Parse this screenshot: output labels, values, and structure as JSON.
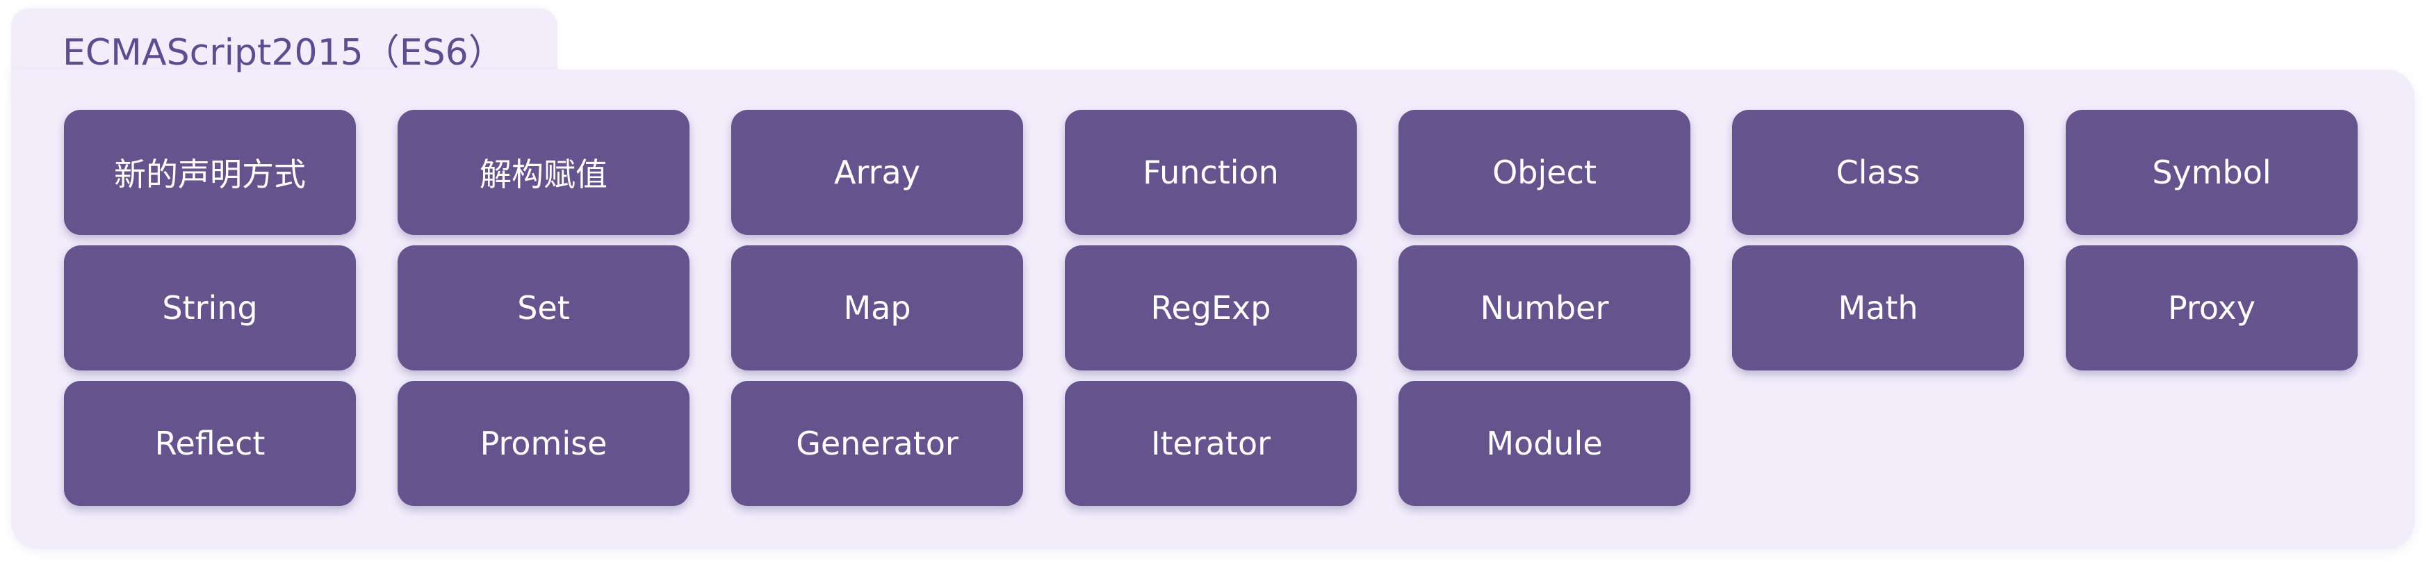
{
  "title": "ECMAScript2015（ES6）",
  "items": [
    "新的声明方式",
    "解构赋值",
    "Array",
    "Function",
    "Object",
    "Class",
    "Symbol",
    "String",
    "Set",
    "Map",
    "RegExp",
    "Number",
    "Math",
    "Proxy",
    "Reflect",
    "Promise",
    "Generator",
    "Iterator",
    "Module"
  ],
  "colors": {
    "panel_background": "#f1edfb",
    "box_fill": "#64538c",
    "box_text": "#ffffff",
    "title_text": "#5e4d8e"
  }
}
